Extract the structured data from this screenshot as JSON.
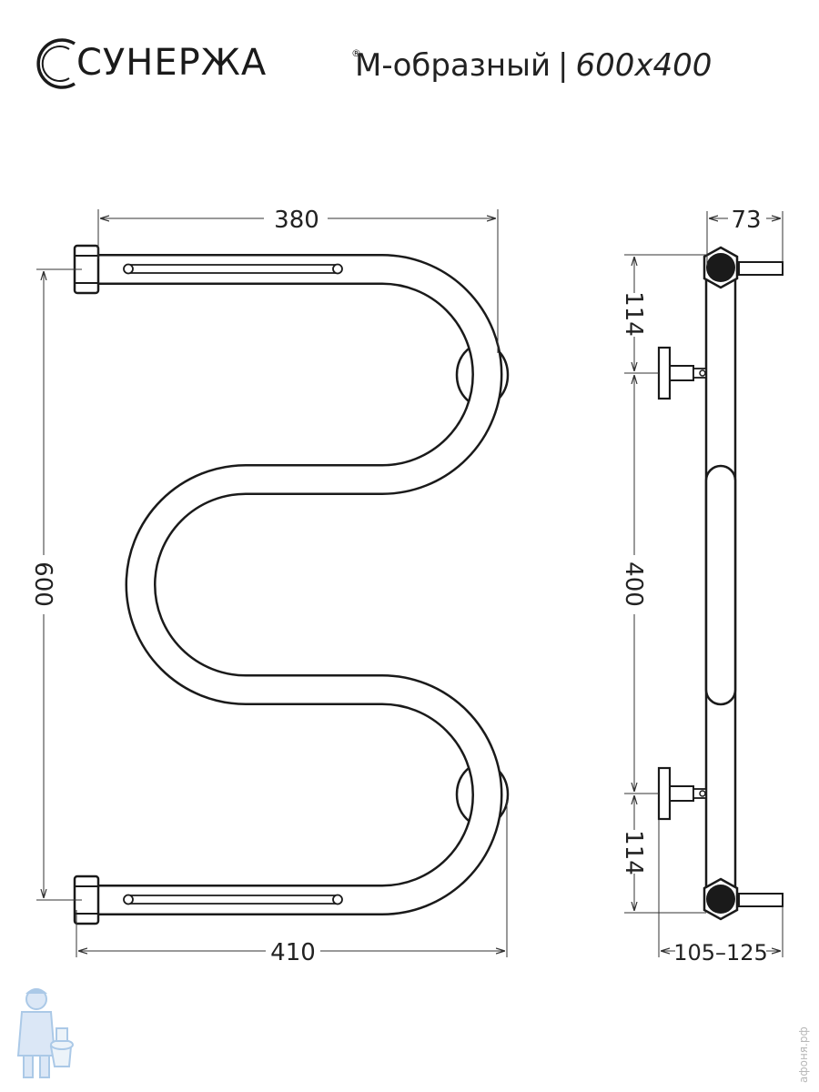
{
  "header": {
    "brand": "СУНЕРЖА",
    "reg_mark": "®",
    "model_type": "М-образный",
    "separator": "|",
    "model_size": "600x400"
  },
  "dimensions": {
    "top_width": "380",
    "bottom_width": "410",
    "height": "600",
    "side_depth": "73",
    "side_top_offset": "114",
    "side_bottom_offset": "114",
    "side_center": "400",
    "side_wall_gap": "105–125"
  },
  "watermark": "афоня.рф",
  "colors": {
    "line": "#1a1a1a",
    "fill": "#ffffff",
    "dim": "#333333",
    "mascot_blue": "#8fb7e0"
  }
}
